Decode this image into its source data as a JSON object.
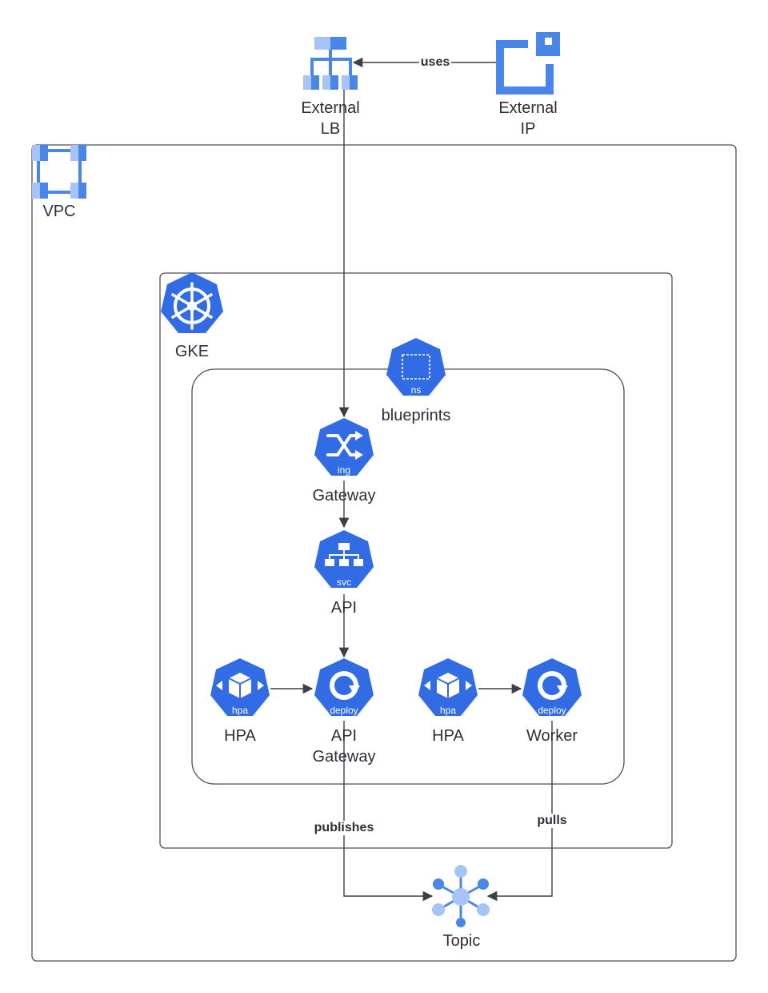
{
  "colors": {
    "k8s_blue": "#326ce5",
    "gcp_blue_dark": "#4a86e8",
    "gcp_blue_light": "#a6c4f5",
    "border": "#4a4f57",
    "edge": "#3b4047"
  },
  "nodes": {
    "external_lb": {
      "label_line1": "External",
      "label_line2": "LB",
      "icon": "load-balancer-icon"
    },
    "external_ip": {
      "label_line1": "External",
      "label_line2": "IP",
      "icon": "external-ip-icon"
    },
    "vpc": {
      "label": "VPC",
      "icon": "vpc-icon"
    },
    "gke": {
      "label": "GKE",
      "icon": "kubernetes-helm-icon"
    },
    "namespace": {
      "label": "blueprints",
      "icon": "namespace-icon",
      "badge": "ns"
    },
    "gateway_ing": {
      "label": "Gateway",
      "icon": "ingress-icon",
      "badge": "ing"
    },
    "api_svc": {
      "label": "API",
      "icon": "service-icon",
      "badge": "svc"
    },
    "hpa_1": {
      "label": "HPA",
      "icon": "hpa-icon",
      "badge": "hpa"
    },
    "api_gateway_deploy": {
      "label_line1": "API",
      "label_line2": "Gateway",
      "icon": "deployment-icon",
      "badge": "deploy"
    },
    "hpa_2": {
      "label": "HPA",
      "icon": "hpa-icon",
      "badge": "hpa"
    },
    "worker_deploy": {
      "label": "Worker",
      "icon": "deployment-icon",
      "badge": "deploy"
    },
    "topic": {
      "label": "Topic",
      "icon": "pubsub-topic-icon"
    }
  },
  "edges": {
    "uses": "uses",
    "publishes": "publishes",
    "pulls": "pulls"
  }
}
